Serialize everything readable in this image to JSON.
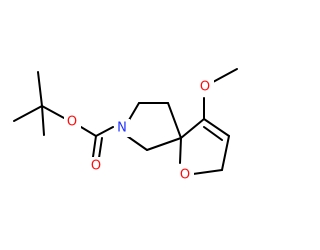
{
  "molecule": {
    "atoms": {
      "nitrogen": {
        "symbol": "N",
        "color": "#2233ff"
      },
      "carbonyl_oxygen": {
        "symbol": "O",
        "color": "#ff0d0d"
      },
      "ester_oxygen": {
        "symbol": "O",
        "color": "#ff0d0d"
      },
      "methoxy_oxygen": {
        "symbol": "O",
        "color": "#ff0d0d"
      },
      "ring_oxygen": {
        "symbol": "O",
        "color": "#ff0d0d"
      }
    }
  }
}
